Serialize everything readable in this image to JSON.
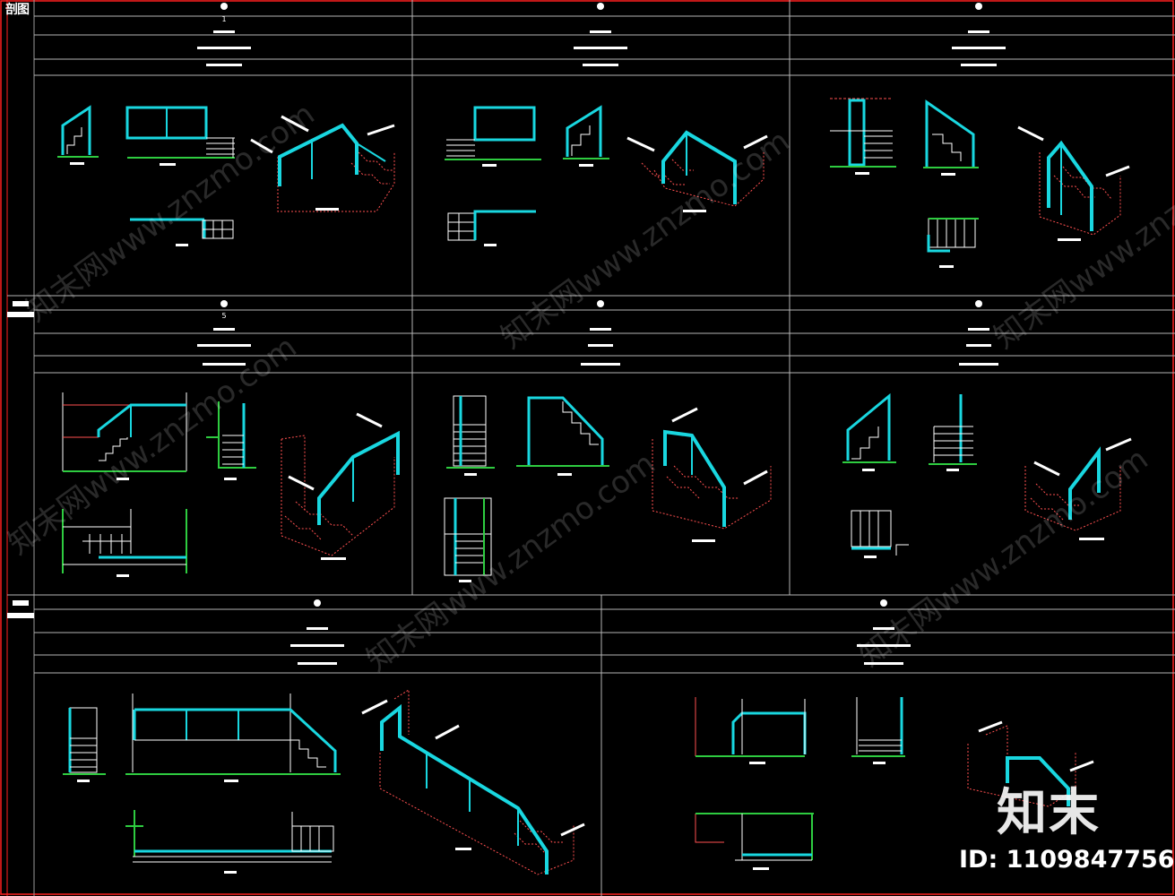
{
  "drawing": {
    "corner_title": "剖图",
    "view_numbers": [
      "1",
      "",
      "",
      "5",
      "",
      "",
      "",
      ""
    ]
  },
  "watermark": {
    "text": "知末网www.znzmo.com",
    "logo": "知末",
    "id_label": "ID: 1109847756"
  },
  "colors": {
    "background": "#000000",
    "frame": "#b0b0b0",
    "border": "#ff2020",
    "railing": "#19d7e0",
    "floor": "#2ecc40",
    "stairs": "#ff5050",
    "detail": "#ffffff"
  }
}
